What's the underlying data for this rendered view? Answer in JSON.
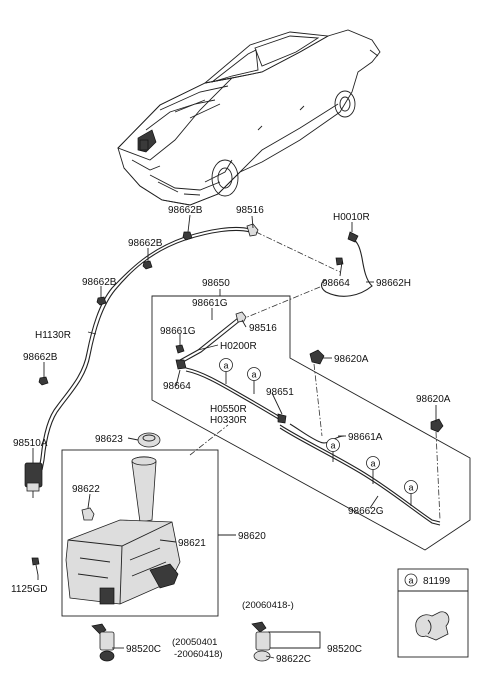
{
  "callout_symbol": "a",
  "legend": {
    "symbol": "a",
    "part": "81199"
  },
  "labels": {
    "p98662B_top": "98662B",
    "p98516_top": "98516",
    "pH0010R": "H0010R",
    "p98662B_mid": "98662B",
    "p98650": "98650",
    "p98664_right": "98664",
    "p98662H": "98662H",
    "p98662B_left": "98662B",
    "p98661G_top": "98661G",
    "p98516_mid": "98516",
    "pH1130R": "H1130R",
    "p98661G_left": "98661G",
    "pH0200R": "H0200R",
    "p98662B_low": "98662B",
    "p98620A_mid": "98620A",
    "p98664_left": "98664",
    "p98651": "98651",
    "pH0550R": "H0550R",
    "pH0330R": "H0330R",
    "p98620A_right": "98620A",
    "p98661A": "98661A",
    "p98623": "98623",
    "p98510A": "98510A",
    "p98622_tank": "98622",
    "p98662G": "98662G",
    "p98621": "98621",
    "p98620": "98620",
    "p1125GD": "1125GD",
    "date_note": "(20060418-)",
    "p98520C_left": "98520C",
    "date_range_1": "(20050401",
    "date_range_2": "-20060418)",
    "p98622C": "98622C",
    "p98520C_right": "98520C"
  }
}
